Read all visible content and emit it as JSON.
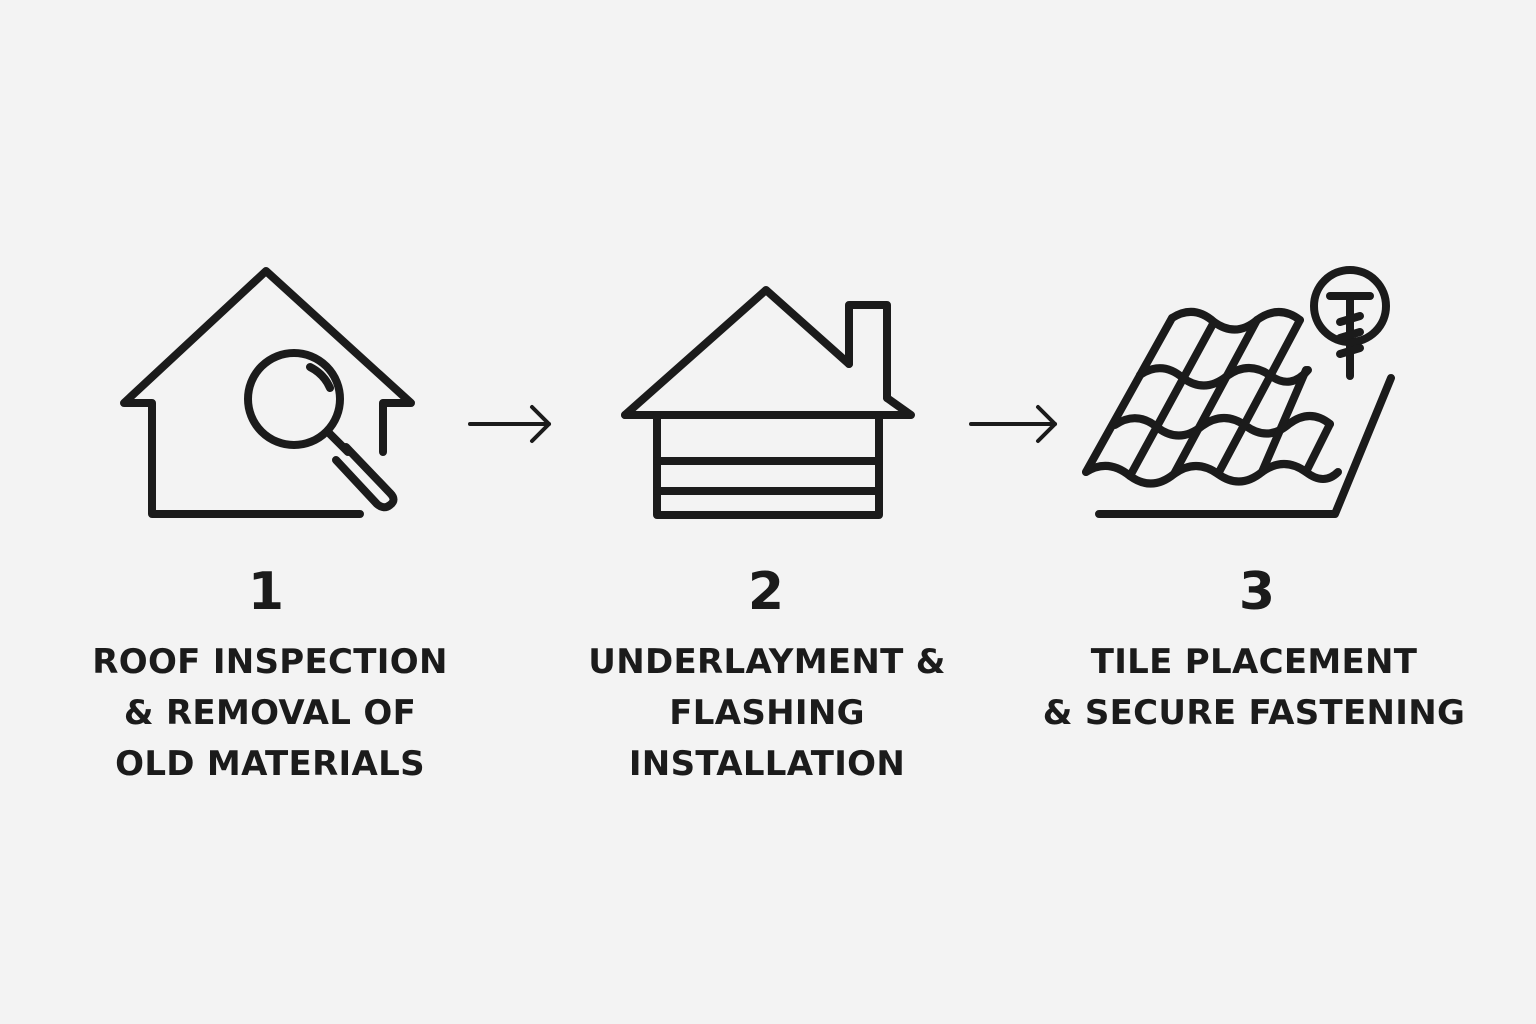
{
  "steps": [
    {
      "number": "1",
      "label_lines": [
        "ROOF INSPECTION",
        "& REMOVAL OF",
        "OLD MATERIALS"
      ],
      "icon": "house-magnifier-icon"
    },
    {
      "number": "2",
      "label_lines": [
        "UNDERLAYMENT &",
        "FLASHING",
        "INSTALLATION"
      ],
      "icon": "house-layers-icon"
    },
    {
      "number": "3",
      "label_lines": [
        "TILE PLACEMENT",
        "& SECURE FASTENING"
      ],
      "icon": "roof-tiles-screw-icon"
    }
  ],
  "connectors": [
    "arrow-right-icon",
    "arrow-right-icon"
  ],
  "colors": {
    "background": "#f3f3f3",
    "ink": "#1b1b1b"
  }
}
